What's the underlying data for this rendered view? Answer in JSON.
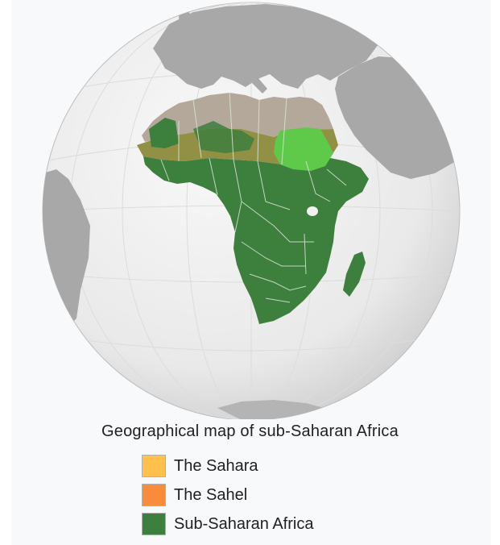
{
  "figure": {
    "caption": "Geographical map of sub-Saharan Africa"
  },
  "legend": {
    "items": [
      {
        "label": "The Sahara",
        "color": "#ffc04c"
      },
      {
        "label": "The Sahel",
        "color": "#f98c3a"
      },
      {
        "label": "Sub-Saharan Africa",
        "color": "#3d7f3d"
      }
    ]
  },
  "map": {
    "projection": "orthographic",
    "colors": {
      "ocean": "#f1f1f1",
      "other_land": "#a8a8a8",
      "north_africa": "#b3a899",
      "sahel_overlay": "#8c8a3a",
      "sub_saharan": "#3d7f3d",
      "sudan": "#5fc94a",
      "borders": "#d9e6d9"
    }
  }
}
